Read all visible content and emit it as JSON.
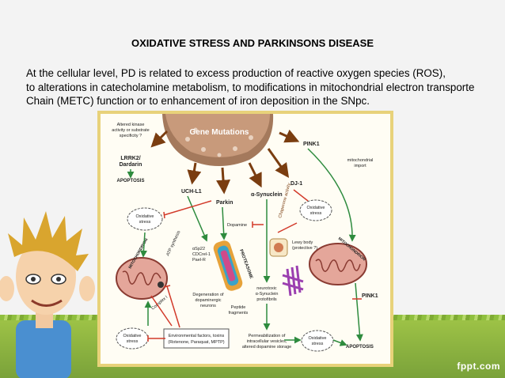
{
  "slide": {
    "title": "OXIDATIVE STRESS AND PARKINSONS DISEASE",
    "body_lines": [
      "At the cellular level, PD is related to excess production of reactive oxygen species (ROS),",
      "to alterations in catecholamine metabolism, to modifications in mitochondrial electron transporte",
      "Chain (METC) function or to enhancement of iron deposition in the SNpc."
    ],
    "watermark": "fppt.com"
  },
  "diagram": {
    "gene_mutations": "Gene Mutations",
    "altered_kinase": [
      "Altered kinase",
      "activity or substrate",
      "specificity ?"
    ],
    "lrrk2": [
      "LRRK2/",
      "Dardarin"
    ],
    "apoptosis_top": "APOPTOSIS",
    "uchl1": "UCH-L1",
    "parkin": "Parkin",
    "synuclein": "α-Synuclein",
    "dj1": "DJ-1",
    "pink1_top": "PINK1",
    "mito_import": [
      "mitochondrial",
      "import"
    ],
    "oxidative_stress": [
      "Oxidative",
      "stress"
    ],
    "atp_synthesis": "ATP synthesis",
    "complex_i": "Complex I",
    "mitochondrion": "MITOCHONDRION",
    "dopamine": "Dopamine",
    "chaperone_activity": "Chaperone activity",
    "lewy_body": [
      "Lewy body",
      "(protective ?)"
    ],
    "parkin_substrates": [
      "αSp22",
      "CDCrel-1",
      "Pael-R"
    ],
    "proteasome": "PROTEASOME",
    "degeneration": [
      "Degeneration of",
      "dopaminergic",
      "neurons"
    ],
    "peptide_fragments": [
      "Peptide",
      "fragments"
    ],
    "neurotoxic": [
      "neurotoxic",
      "α-Synuclein",
      "protofibrils"
    ],
    "permeabilization": [
      "Permeabilization of",
      "intracellular vesicles,",
      "altered dopamine storage"
    ],
    "environmental": [
      "Environmental factors, toxins",
      "(Rotenone, Paraquat, MPTP)"
    ],
    "pink1_right": "PINK1",
    "apoptosis_bottom": "APOPTOSIS",
    "colors": {
      "arrow_green": "#2e8b3e",
      "inhibit_red": "#d23a2a",
      "text_dark": "#222222"
    }
  }
}
